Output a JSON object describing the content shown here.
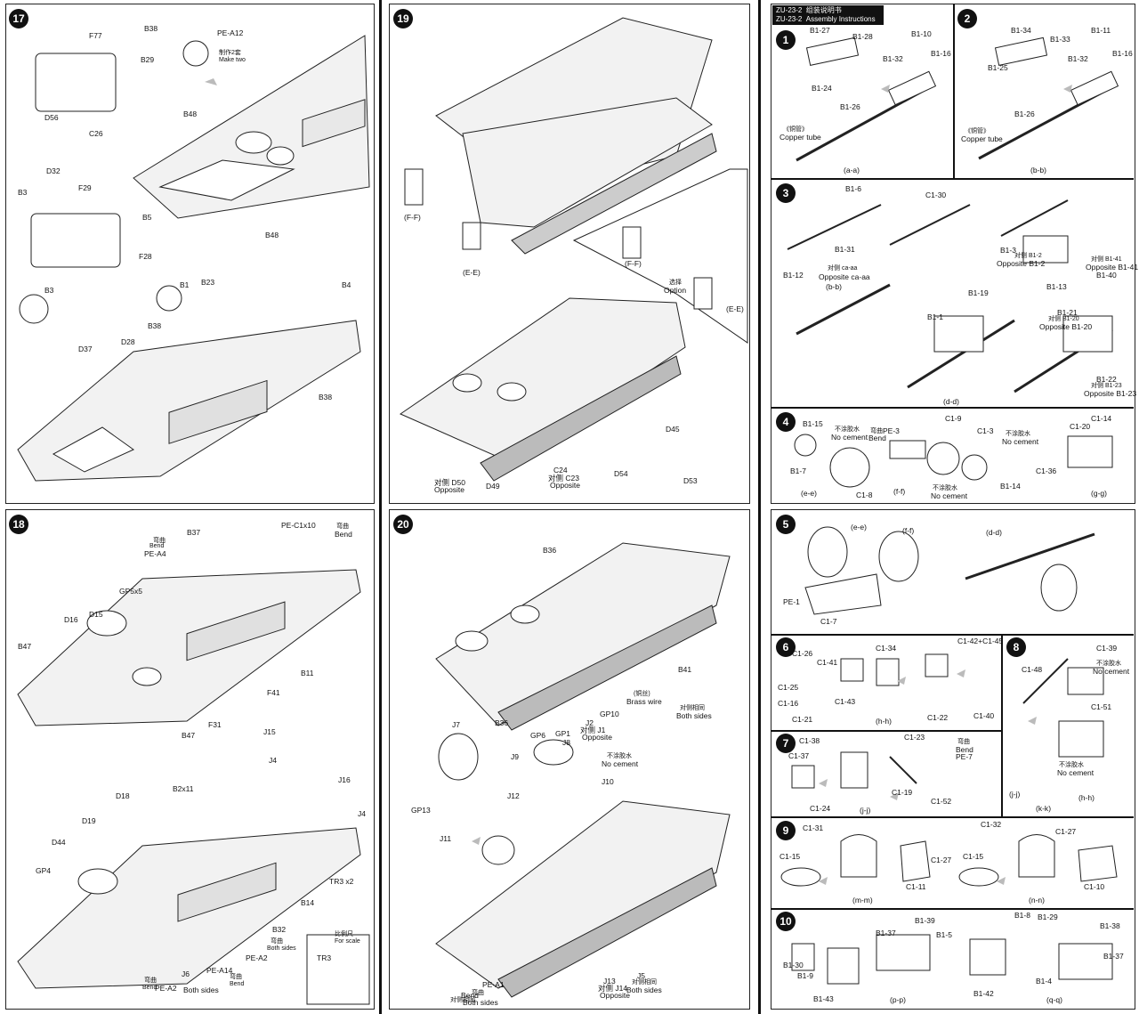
{
  "header": {
    "line1": "ZU-23-2",
    "line1b": "组装说明书",
    "line2": "ZU-23-2",
    "line2b": "Assembly Instructions"
  },
  "steps": {
    "s17": {
      "num": "17",
      "labels": [
        "B38",
        "PE-A12",
        "B29",
        "制作2套",
        "Make two",
        "F77",
        "D56",
        "C26",
        "B48",
        "B5",
        "D32",
        "B3",
        "F29",
        "F28",
        "B3",
        "B48",
        "B1",
        "B23",
        "B4",
        "B38",
        "D37",
        "D28",
        "B38"
      ]
    },
    "s18": {
      "num": "18",
      "labels": [
        "B37",
        "PE-C1x10",
        "弯曲",
        "Bend",
        "PE-A4",
        "弯曲",
        "Bend",
        "GP5x5",
        "D15",
        "D16",
        "B47",
        "B11",
        "F41",
        "F31",
        "B47",
        "J15",
        "J4",
        "J16",
        "J4",
        "D18",
        "B2x11",
        "D19",
        "D44",
        "GP4",
        "TR3 x2",
        "B14",
        "B32",
        "弯曲",
        "Both sides",
        "PE-A2",
        "弯曲",
        "Bend",
        "PE-A14",
        "弯曲",
        "Bend",
        "PE-A2",
        "Both sides",
        "J6",
        "TR3",
        "比例尺",
        "For scale"
      ]
    },
    "s19": {
      "num": "19",
      "labels": [
        "(F-F)",
        "(E-E)",
        "(F-F)",
        "选择",
        "Option",
        "(E-E)",
        "D45",
        "D54",
        "D53",
        "C24",
        "对侧 C23",
        "Opposite",
        "对侧 D50",
        "Opposite",
        "D49"
      ]
    },
    "s20": {
      "num": "20",
      "labels": [
        "B36",
        "B41",
        "(铜丝)",
        "Brass wire",
        "对侧相同",
        "Both sides",
        "B36",
        "GP6",
        "GP1",
        "J2",
        "对侧 J1",
        "Opposite",
        "GP10",
        "J7",
        "J8",
        "J9",
        "不涂胶水",
        "No cement",
        "J10",
        "J12",
        "GP13",
        "J11",
        "PE-A1",
        "弯曲",
        "Bend",
        "对侧相同",
        "Both sides",
        "J13",
        "对侧 J14",
        "Opposite",
        "J5",
        "对侧相同",
        "Both sides"
      ]
    },
    "s1": {
      "num": "1",
      "labels": [
        "B1-27",
        "B1-28",
        "B1-24",
        "B1-10",
        "B1-32",
        "B1-16",
        "B1-26",
        "《铜管》",
        "Copper tube"
      ],
      "caption": "a-a"
    },
    "s2": {
      "num": "2",
      "labels": [
        "B1-34",
        "B1-33",
        "B1-11",
        "B1-25",
        "B1-32",
        "B1-16",
        "B1-26",
        "《铜管》",
        "Copper tube"
      ],
      "caption": "b-b"
    },
    "s3": {
      "num": "3",
      "labels": [
        "B1-6",
        "C1-30",
        "B1-31",
        "B1-12",
        "B1-3",
        "对侧 B1-2",
        "Opposite B1-2",
        "对侧 B1-41",
        "Opposite B1-41",
        "B1-40",
        "B1-13",
        "对侧 ca-aa",
        "Opposite ca-aa",
        "(b-b)",
        "B1-19",
        "B1-1",
        "B1-21",
        "对侧 B1-20",
        "Opposite B1-20",
        "B1-22",
        "对侧 B1-23",
        "Opposite B1-23"
      ],
      "caption": "d-d"
    },
    "s4": {
      "num": "4",
      "labels": [
        "B1-15",
        "不涂胶水",
        "No cement",
        "弯曲",
        "Bend",
        "PE-3",
        "C1-9",
        "C1-3",
        "不涂胶水",
        "No cement",
        "C1-20",
        "C1-14",
        "B1-7",
        "C1-8",
        "不涂胶水",
        "No cement",
        "B1-14",
        "C1-36"
      ],
      "captions": [
        "e-e",
        "f-f",
        "g-g"
      ]
    },
    "s5": {
      "num": "5",
      "labels": [
        "(e-e)",
        "(f-f)",
        "(d-d)",
        "PE-1",
        "C1-7"
      ]
    },
    "s6": {
      "num": "6",
      "labels": [
        "C1-26",
        "C1-41",
        "C1-34",
        "C1-42+C1-45",
        "C1-25",
        "C1-16",
        "C1-43",
        "C1-21",
        "C1-22",
        "C1-40"
      ],
      "caption": "h-h"
    },
    "s7": {
      "num": "7",
      "labels": [
        "C1-38",
        "C1-23",
        "弯曲",
        "Bend",
        "PE-7",
        "C1-37",
        "C1-19",
        "C1-24",
        "C1-52"
      ],
      "caption": "j-j"
    },
    "s8": {
      "num": "8",
      "labels": [
        "C1-48",
        "C1-39",
        "不涂胶水",
        "No cement",
        "C1-51",
        "不涂胶水",
        "No cement",
        "(j-j)",
        "(h-h)"
      ],
      "caption": "k-k"
    },
    "s9": {
      "num": "9",
      "labels": [
        "C1-31",
        "C1-15",
        "C1-27",
        "C1-11",
        "C1-32",
        "C1-15",
        "C1-27",
        "C1-10"
      ],
      "captions": [
        "m-m",
        "n-n"
      ]
    },
    "s10": {
      "num": "10",
      "labels": [
        "B1-39",
        "B1-37",
        "B1-5",
        "B1-8",
        "B1-29",
        "B1-38",
        "B1-30",
        "B1-9",
        "B1-43",
        "B1-42",
        "B1-4",
        "B1-37"
      ],
      "captions": [
        "p-p",
        "q-q"
      ]
    }
  }
}
